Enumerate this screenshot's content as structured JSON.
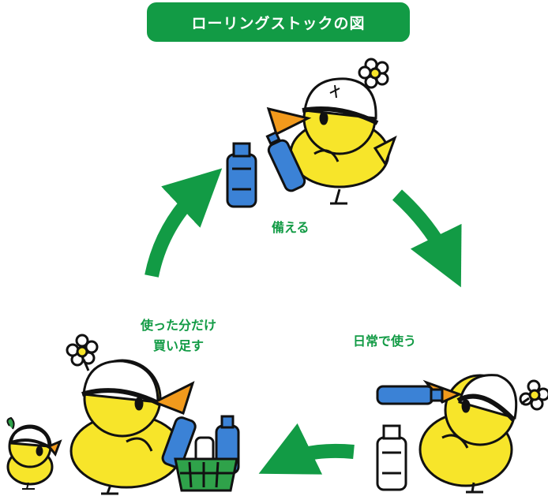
{
  "title": "ローリングストックの図",
  "steps": {
    "prepare": "備える",
    "daily_use": "日常で使う",
    "buy_back_line1": "使った分だけ",
    "buy_back_line2": "買い足す"
  },
  "colors": {
    "accent_green": "#129b45",
    "chick_yellow": "#f7e52a",
    "beak_orange": "#f29a1c",
    "bottle_blue": "#3b82d6",
    "basket_green": "#2fa24a",
    "outline": "#111111"
  }
}
